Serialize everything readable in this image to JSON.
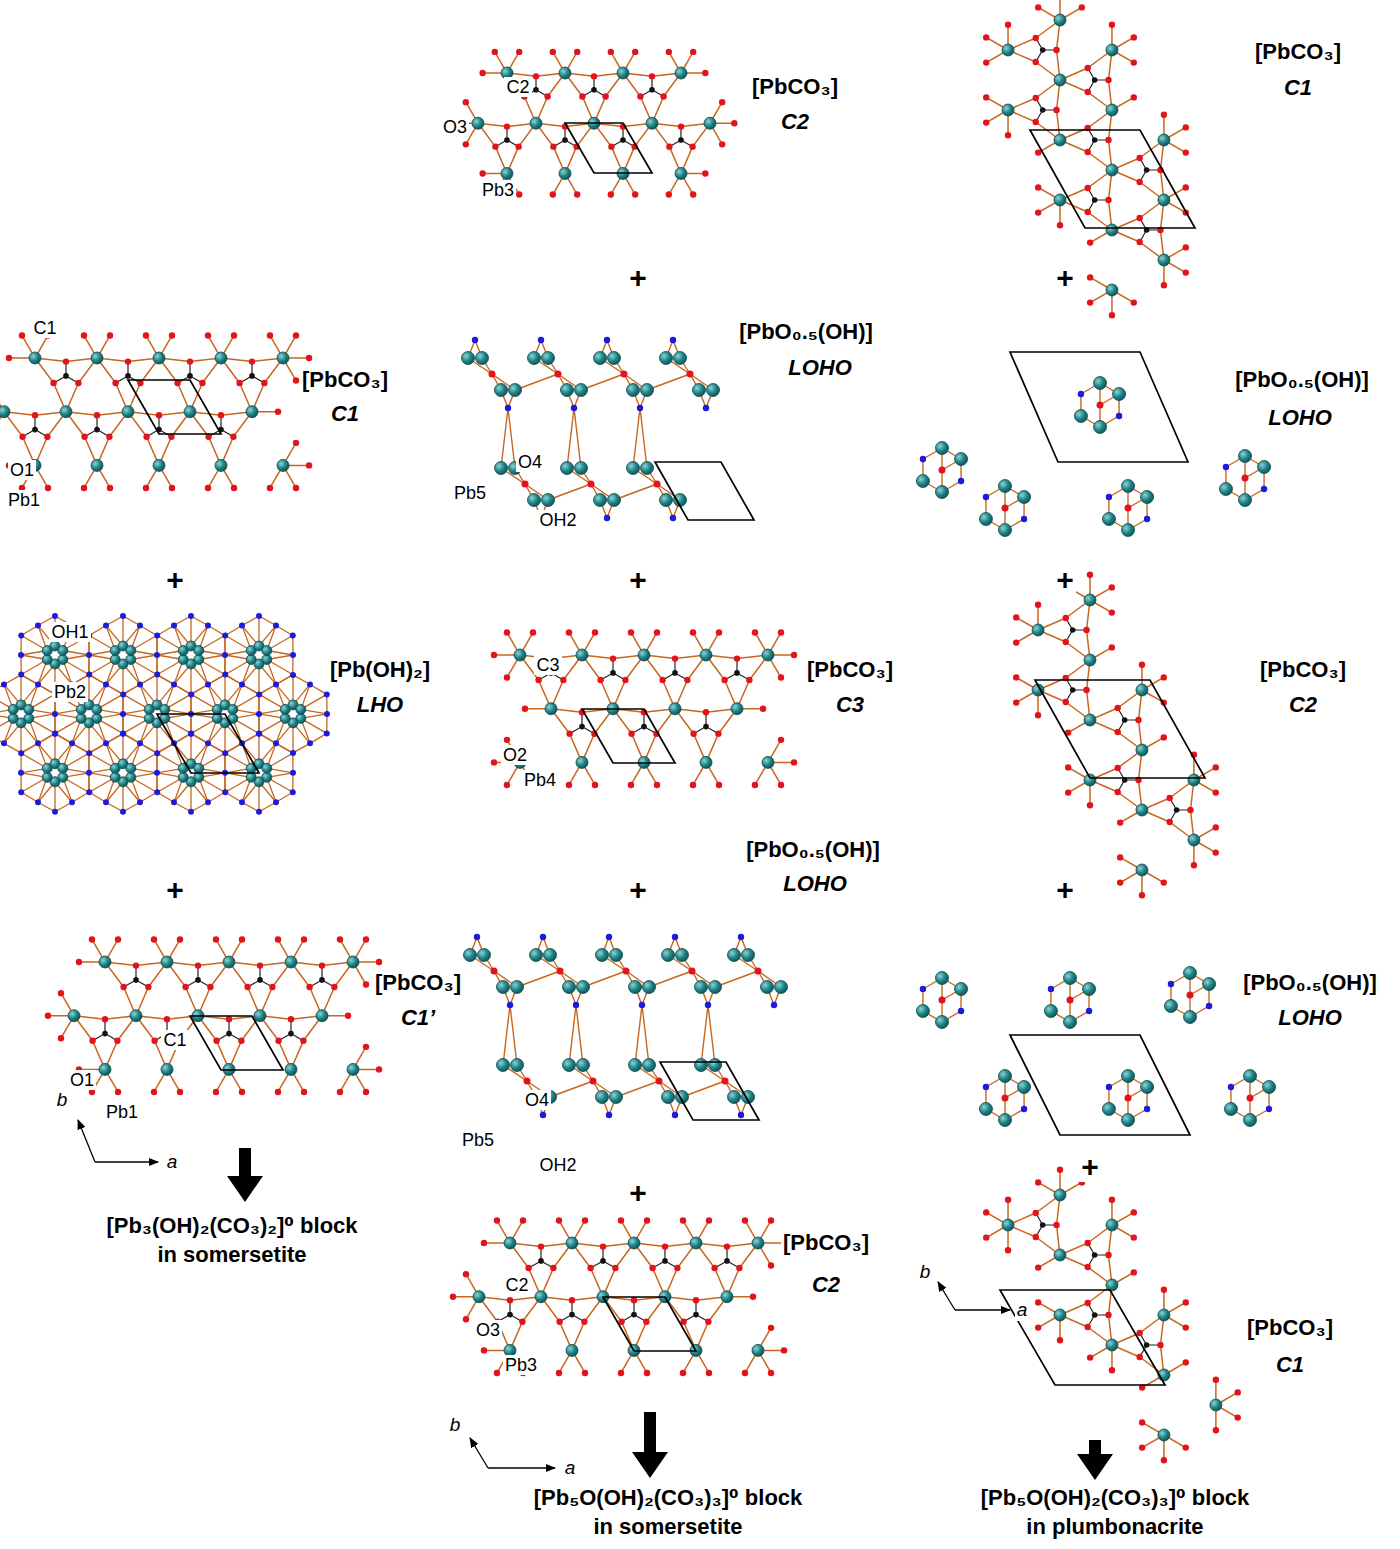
{
  "diagram": {
    "labels": [
      "[PbCO₃]",
      "C2",
      "C2",
      "O3",
      "Pb3",
      "[PbCO₃]",
      "C1",
      "+",
      "+",
      "[PbO₀.₅(OH)]",
      "LOHO",
      "C1",
      "[PbCO₃]",
      "C1",
      "[PbO₀.₅(OH)]",
      "LOHO",
      "O4",
      "O1",
      "Pb1",
      "Pb5",
      "OH2",
      "+",
      "+",
      "+",
      "OH1",
      "C3",
      "[Pb(OH)₂]",
      "[PbCO₃]",
      "[PbCO₃]",
      "LHO",
      "C3",
      "C2",
      "Pb2",
      "O2",
      "Pb4",
      "[PbO₀.₅(OH)]",
      "LOHO",
      "+",
      "+",
      "+",
      "[PbCO₃]",
      "[PbO₀.₅(OH)]",
      "C1’",
      "LOHO",
      "C1",
      "O1",
      "b",
      "O4",
      "Pb1",
      "Pb5",
      "a",
      "OH2",
      "+",
      "+",
      "[Pb₃(OH)₂(CO₃)₂]⁰ block in somersetite",
      "[PbCO₃]",
      "b",
      "C2",
      "C2",
      "a",
      "[PbCO₃]",
      "O3",
      "Pb3",
      "C1",
      "b",
      "a",
      "[Pb₅O(OH)₂(CO₃)₃]⁰ block in somersetite",
      "[Pb₅O(OH)₂(CO₃)₃]⁰ block in plumbonacrite"
    ]
  }
}
